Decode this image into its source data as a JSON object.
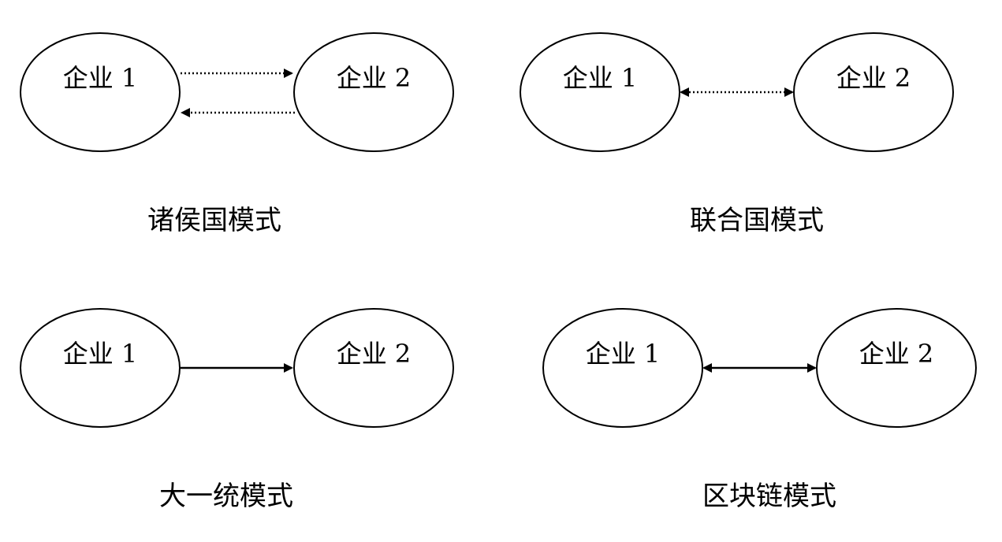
{
  "colors": {
    "stroke": "#000000",
    "background": "#ffffff"
  },
  "panels": [
    {
      "id": "feudal",
      "caption": "诸侯国模式",
      "nodes": {
        "left": "企业 1",
        "right": "企业 2"
      },
      "edges": [
        {
          "from": "left",
          "to": "right",
          "style": "dotted",
          "arrow": "end"
        },
        {
          "from": "right",
          "to": "left",
          "style": "dotted",
          "arrow": "end"
        }
      ]
    },
    {
      "id": "united-nations",
      "caption": "联合国模式",
      "nodes": {
        "left": "企业 1",
        "right": "企业 2"
      },
      "edges": [
        {
          "from": "left",
          "to": "right",
          "style": "dotted",
          "arrow": "both"
        }
      ]
    },
    {
      "id": "unification",
      "caption": "大一统模式",
      "nodes": {
        "left": "企业 1",
        "right": "企业 2"
      },
      "edges": [
        {
          "from": "left",
          "to": "right",
          "style": "solid",
          "arrow": "end"
        }
      ]
    },
    {
      "id": "blockchain",
      "caption": "区块链模式",
      "nodes": {
        "left": "企业 1",
        "right": "企业 2"
      },
      "edges": [
        {
          "from": "left",
          "to": "right",
          "style": "solid",
          "arrow": "both"
        }
      ]
    }
  ]
}
